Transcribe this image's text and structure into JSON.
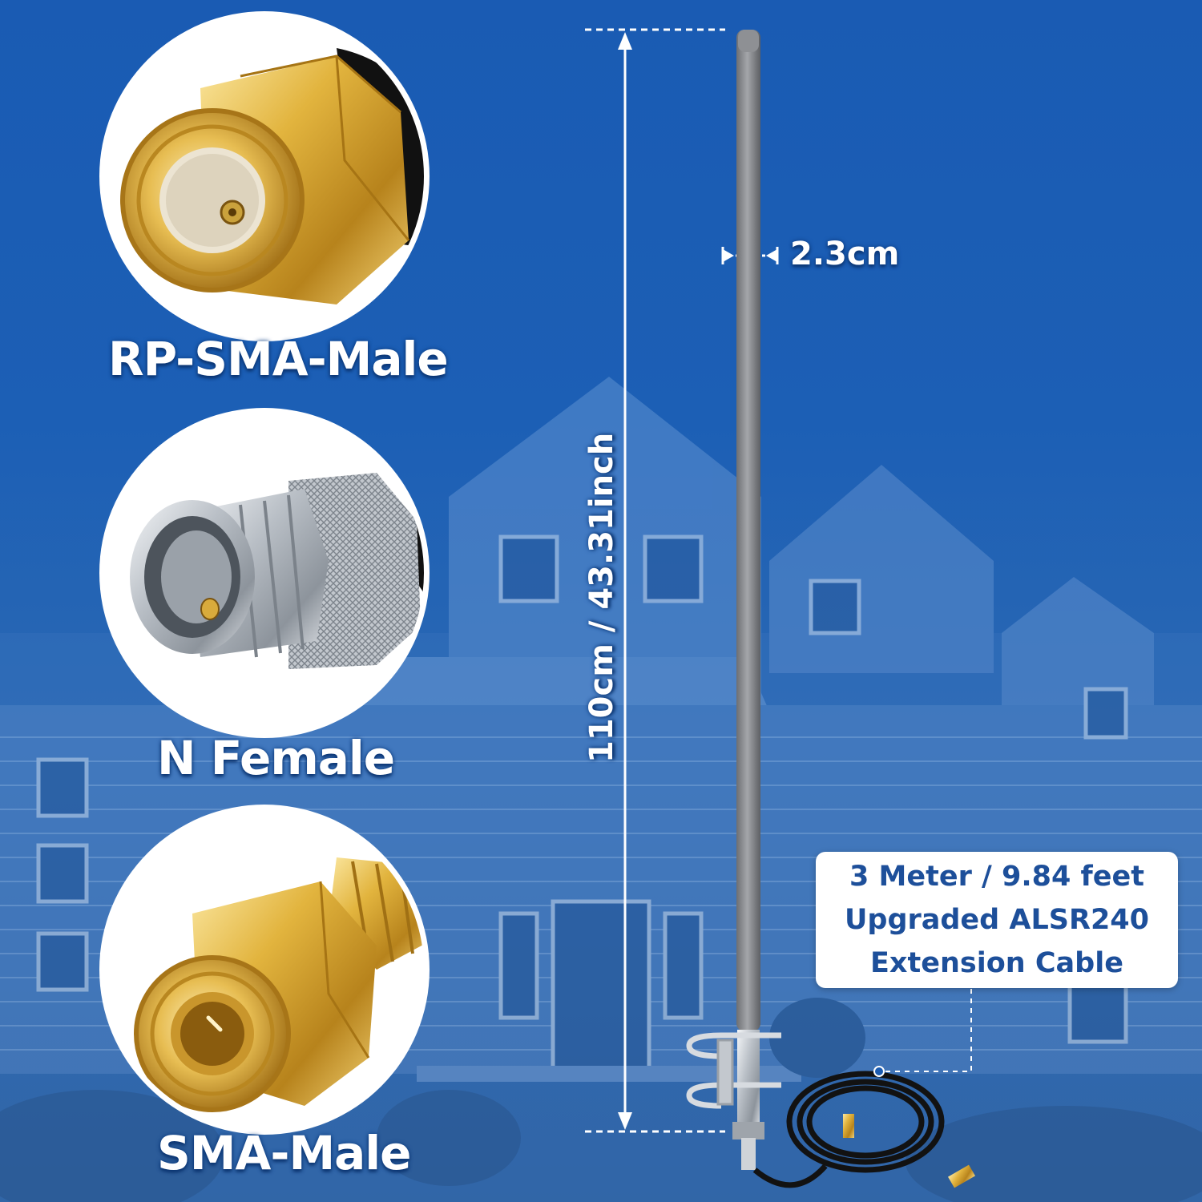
{
  "labels": {
    "connector_top": "RP-SMA-Male",
    "connector_middle": "N Female",
    "connector_bottom": "SMA-Male",
    "antenna_diameter": "2.3cm",
    "antenna_length": "110cm / 43.31inch"
  },
  "cable_callout": {
    "line1": "3 Meter / 9.84 feet",
    "line2": "Upgraded ALSR240",
    "line3": "Extension Cable"
  },
  "colors": {
    "background_blue": "#1b5bb0",
    "gold_connector": "#d8a934",
    "silver_connector": "#c9ced4",
    "antenna_grey": "#8c8c8c",
    "callout_text": "#1d4f9a"
  }
}
